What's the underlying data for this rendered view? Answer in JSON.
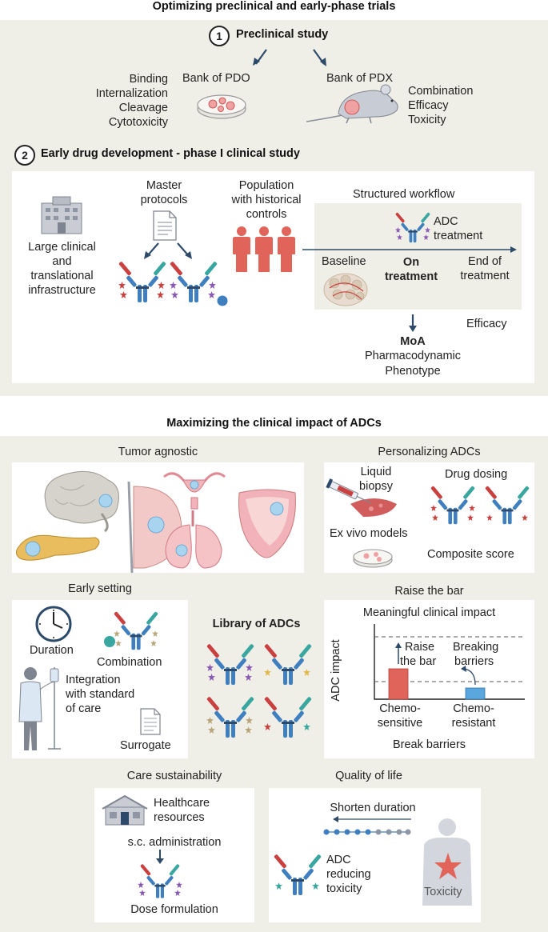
{
  "top": {
    "title": "Optimizing preclinical and early-phase trials",
    "section1": {
      "number": "1",
      "title": "Preclinical study"
    },
    "assays": [
      "Binding",
      "Internalization",
      "Cleavage",
      "Cytotoxicity"
    ],
    "pdo": "Bank of PDO",
    "pdx": "Bank of PDX",
    "pdx_items": [
      "Combination",
      "Efficacy",
      "Toxicity"
    ],
    "section2": {
      "number": "2",
      "title": "Early drug development - phase I clinical study"
    },
    "infra": [
      "Large clinical",
      "and",
      "translational",
      "infrastructure"
    ],
    "master": [
      "Master",
      "protocols"
    ],
    "population": [
      "Population",
      "with historical",
      "controls"
    ],
    "workflow": {
      "title": "Structured workflow",
      "adc": [
        "ADC",
        "treatment"
      ],
      "baseline": "Baseline",
      "on": [
        "On",
        "treatment"
      ],
      "end": [
        "End of",
        "treatment"
      ],
      "efficacy": "Efficacy",
      "moa": "MoA",
      "moa_items": [
        "Pharmacodynamic",
        "Phenotype"
      ]
    }
  },
  "bottom": {
    "title": "Maximizing the clinical impact of ADCs",
    "tumor": {
      "title": "Tumor agnostic"
    },
    "personal": {
      "title": "Personalizing ADCs",
      "liquid": [
        "Liquid",
        "biopsy"
      ],
      "dosing": "Drug dosing",
      "exvivo": "Ex vivo models",
      "composite": "Composite score"
    },
    "early": {
      "title": "Early setting",
      "duration": "Duration",
      "combination": "Combination",
      "integration": [
        "Integration",
        "with standard",
        "of care"
      ],
      "surrogate": "Surrogate"
    },
    "library": "Library of ADCs",
    "raise": {
      "title": "Raise the bar",
      "chart_title": "Meaningful clinical impact",
      "ylabel": "ADC impact",
      "raise_label": [
        "Raise",
        "the bar"
      ],
      "breaking": [
        "Breaking",
        "barriers"
      ],
      "cat1": [
        "Chemo-",
        "sensitive"
      ],
      "cat2": [
        "Chemo-",
        "resistant"
      ],
      "footer": "Break barriers"
    },
    "care": {
      "title": "Care sustainability",
      "healthcare": [
        "Healthcare",
        "resources"
      ],
      "sc": "s.c. administration",
      "dose": "Dose formulation"
    },
    "qol": {
      "title": "Quality of life",
      "shorten": "Shorten duration",
      "adc": [
        "ADC",
        "reducing",
        "toxicity"
      ],
      "toxicity": "Toxicity"
    }
  },
  "colors": {
    "panel": "#f0efe7",
    "red": "#c9403f",
    "blue": "#3f7fbf",
    "teal": "#3aa6a0",
    "purple": "#8a58b5",
    "navy": "#2e4a6b",
    "salmon": "#e0645a"
  }
}
